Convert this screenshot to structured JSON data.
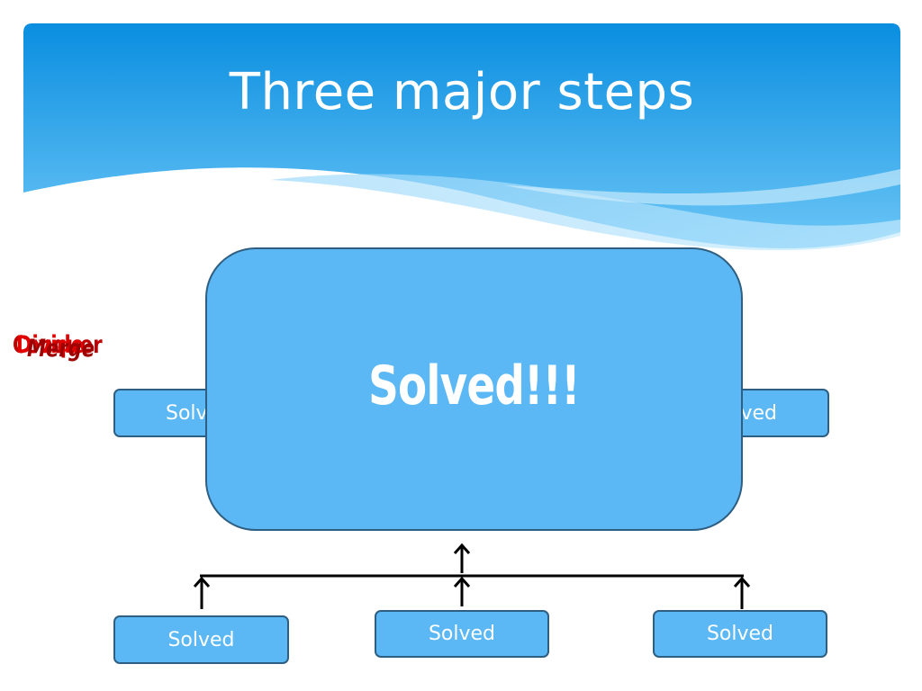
{
  "slide": {
    "title": "Three major steps"
  },
  "labels": {
    "step_a": "Conquer",
    "step_b": "Divide",
    "step_c": "Merge"
  },
  "boxes": {
    "middle_left": "Solved",
    "middle_right": "Solved",
    "bottom_left": "Solved",
    "bottom_middle": "Solved",
    "bottom_right": "Solved",
    "result": "Solved!!!"
  },
  "colors": {
    "header_blue": "#0b8fe0",
    "box_fill": "#5bb8f4",
    "box_border": "#2e5f82",
    "label_red": "#c00000"
  }
}
